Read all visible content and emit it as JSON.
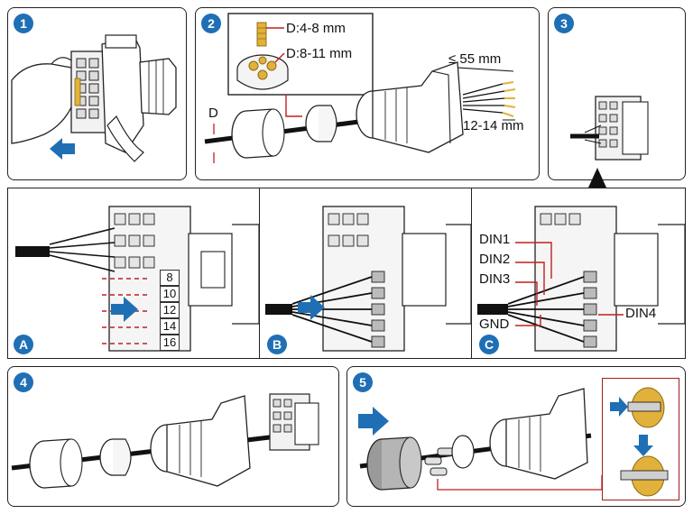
{
  "steps": {
    "s1": "1",
    "s2": "2",
    "s3": "3",
    "s4": "4",
    "s5": "5",
    "sa": "A",
    "sb": "B",
    "sc": "C"
  },
  "step2": {
    "d_small": "D:4-8 mm",
    "d_large": "D:8-11 mm",
    "d_label": "D",
    "strip_length": "≤ 55 mm",
    "strip_end": "12-14 mm"
  },
  "stepA": {
    "pins": [
      "8",
      "10",
      "12",
      "14",
      "16"
    ]
  },
  "stepC": {
    "signals": [
      "DIN1",
      "DIN2",
      "DIN3",
      "GND",
      "DIN4"
    ]
  },
  "colors": {
    "accent_blue": "#1f6fb5",
    "callout_red": "#c21f1f",
    "outline": "#222222"
  }
}
